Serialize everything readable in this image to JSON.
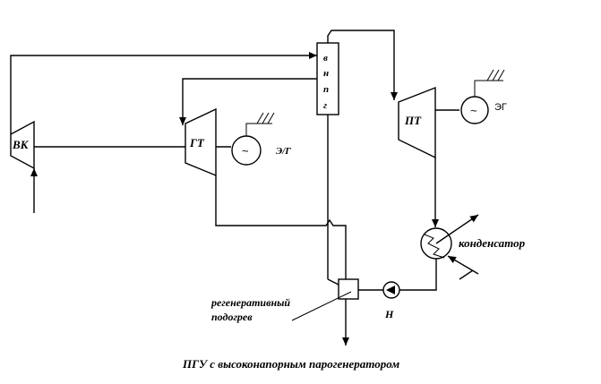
{
  "labels": {
    "vk": "ВК",
    "gt": "ГТ",
    "gen_gt": "Э/Г",
    "pt": "ПТ",
    "gen_pt": "ЭГ",
    "vnpg_1": "в",
    "vnpg_2": "н",
    "vnpg_3": "п",
    "vnpg_4": "г",
    "condenser": "конденсатор",
    "regen_line1": "регенеративный",
    "regen_line2": "подогрев",
    "pump": "Н",
    "generator_symbol": "~"
  },
  "caption": "ПГУ с высоконапорным парогенератором"
}
